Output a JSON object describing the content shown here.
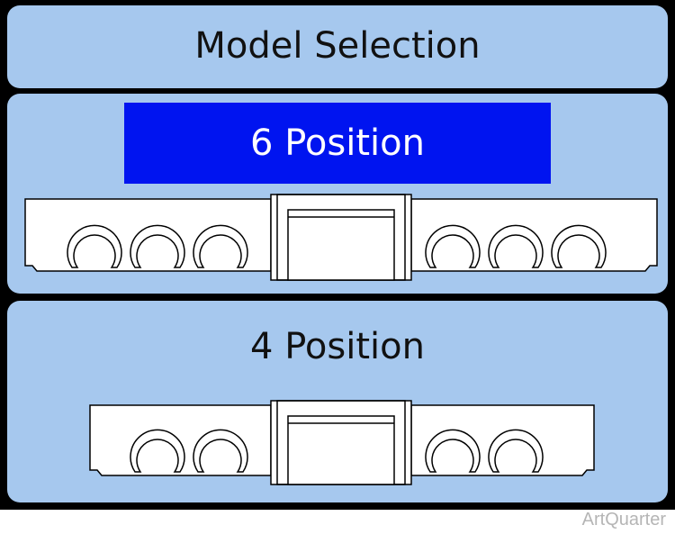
{
  "header": {
    "title": "Model Selection"
  },
  "options": [
    {
      "label": "6 Position",
      "selected": true,
      "positions": 6
    },
    {
      "label": "4 Position",
      "selected": false,
      "positions": 4
    }
  ],
  "watermark": "ArtQuarter",
  "colors": {
    "frame": "#000000",
    "panel": "#a6c8ee",
    "selected": "#0014f0",
    "selected_text": "#ffffff",
    "text": "#111111",
    "rack_fill": "#ffffff",
    "rack_stroke": "#000000"
  }
}
